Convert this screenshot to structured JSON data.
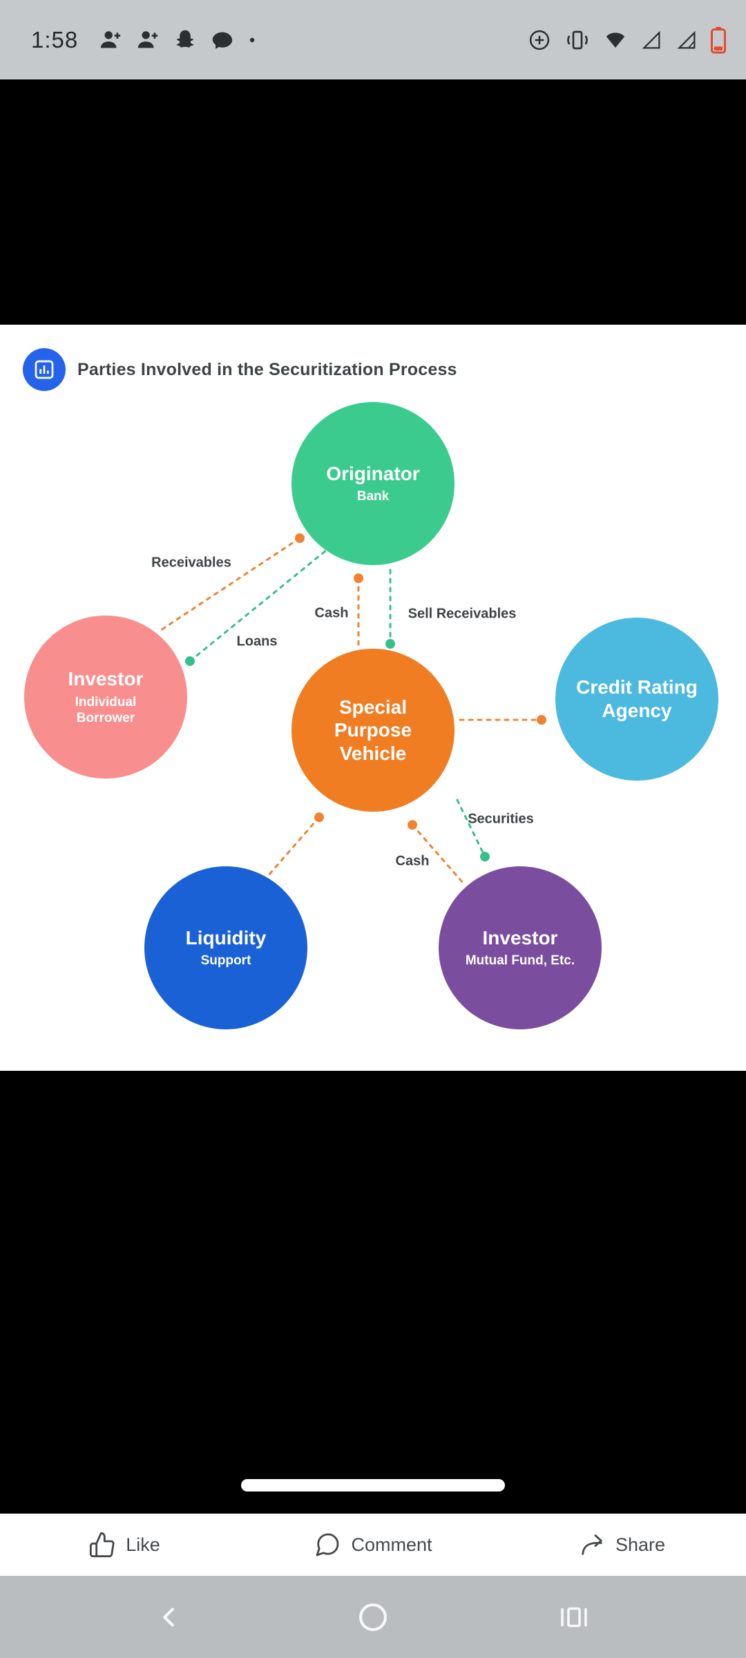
{
  "colors": {
    "statusbar-bg": "#c6c9cb",
    "status-icon": "#2b2f32",
    "navbar-bg": "#b9bdc0",
    "text-dark": "#3d4346",
    "action-text": "#45484b",
    "header-blue": "#2563eb",
    "green": "#3bcb8e",
    "pink": "#f98e8e",
    "orange": "#f07d22",
    "lightblue": "#4cb9de",
    "blue": "#1961d5",
    "purple": "#7b4d9e",
    "teal": "#35c08c",
    "arrow-orange": "#ef8332",
    "battery-red": "#e04b2f"
  },
  "status_bar": {
    "time": "1:58"
  },
  "post": {
    "title": "Parties Involved in the Securitization Process",
    "nodes": {
      "originator": {
        "title": "Originator",
        "subtitle": "Bank"
      },
      "investor_individual": {
        "title": "Investor",
        "subtitle": "Individual Borrower"
      },
      "spv": {
        "title": "Special Purpose Vehicle"
      },
      "credit_rating": {
        "title": "Credit Rating Agency"
      },
      "liquidity": {
        "title": "Liquidity",
        "subtitle": "Support"
      },
      "investor_mutual": {
        "title": "Investor",
        "subtitle": "Mutual Fund, Etc."
      }
    },
    "edge_labels": {
      "receivables": "Receivables",
      "loans": "Loans",
      "cash_top": "Cash",
      "sell_receivables": "Sell Receivables",
      "securities": "Securities",
      "cash_bottom": "Cash"
    },
    "edges": [
      {
        "from": "originator",
        "to": "investor_individual",
        "label_key": "receivables",
        "style": "orange-dashed"
      },
      {
        "from": "investor_individual",
        "to": "originator",
        "label_key": "loans",
        "style": "teal-dashed"
      },
      {
        "from": "spv",
        "to": "originator",
        "label_key": "cash_top",
        "style": "orange-dashed"
      },
      {
        "from": "originator",
        "to": "spv",
        "label_key": "sell_receivables",
        "style": "teal-dashed"
      },
      {
        "from": "spv",
        "to": "credit_rating",
        "label_key": null,
        "style": "orange-dashed"
      },
      {
        "from": "spv",
        "to": "liquidity",
        "label_key": null,
        "style": "orange-dashed"
      },
      {
        "from": "spv",
        "to": "investor_mutual",
        "label_key": "cash_bottom",
        "style": "orange-dashed"
      },
      {
        "from": "spv",
        "to": "investor_mutual",
        "label_key": "securities",
        "style": "teal-dashed"
      }
    ]
  },
  "action_bar": {
    "like": "Like",
    "comment": "Comment",
    "share": "Share"
  },
  "icons": {
    "status_left": [
      "person-add-icon",
      "person-add-icon",
      "snapchat-ghost-icon",
      "chat-bubble-icon",
      "notification-dot-icon"
    ],
    "status_right": [
      "plus-circle-icon",
      "vibrate-icon",
      "wifi-icon",
      "signal-triangle-icon",
      "signal-triangle-icon",
      "battery-icon"
    ],
    "header": "bar-chart-icon",
    "actions": [
      "thumbs-up-icon",
      "comment-bubble-icon",
      "share-arrow-icon"
    ],
    "nav": [
      "back-icon",
      "home-circle-icon",
      "recent-apps-icon"
    ]
  }
}
